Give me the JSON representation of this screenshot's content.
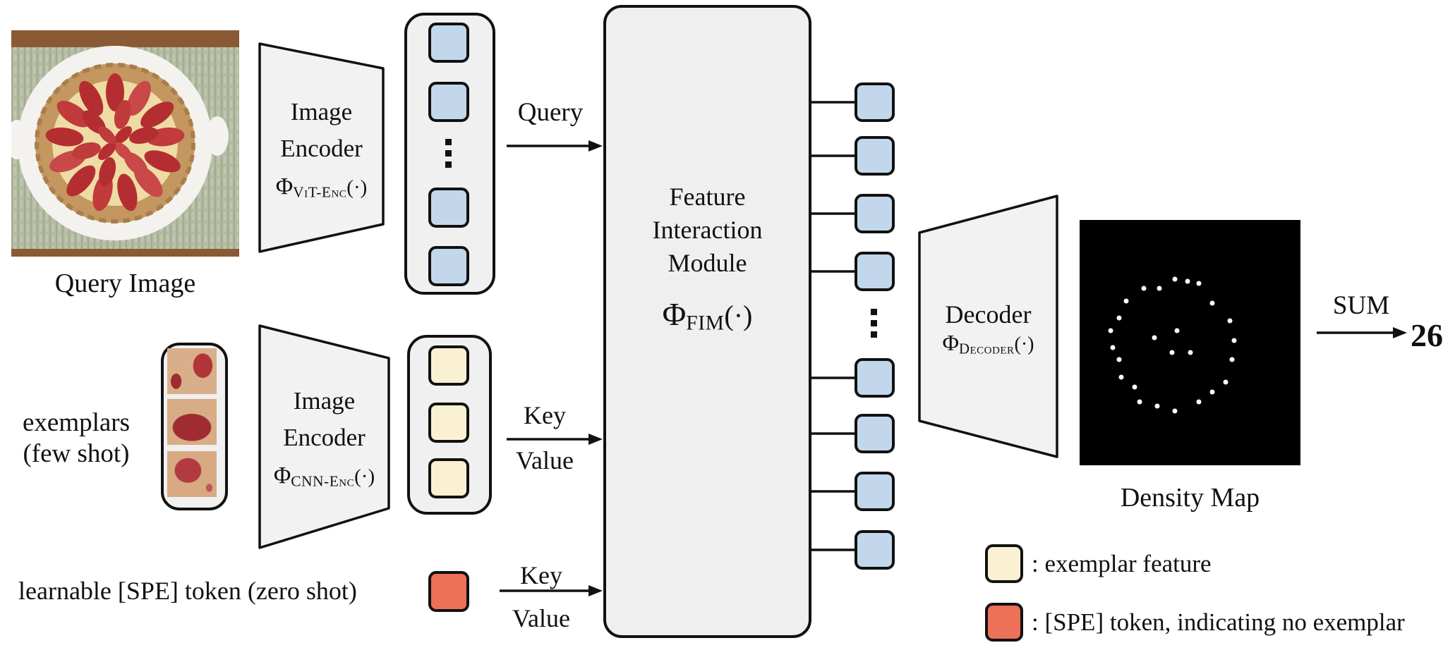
{
  "colors": {
    "query-token": "#c3d7ec",
    "exemplar-token": "#faf0d2",
    "spe-token": "#ed7058",
    "container-bg": "#f0f0f0",
    "module-bg": "#efefef",
    "stroke": "#111111"
  },
  "query_image": {
    "caption": "Query Image"
  },
  "exemplars": {
    "caption_line1": "exemplars",
    "caption_line2": "(few shot)"
  },
  "spe": {
    "caption": "learnable [SPE] token (zero shot)"
  },
  "vit_encoder": {
    "line1": "Image",
    "line2": "Encoder",
    "phi": "Φ",
    "sub": "ViT-Enc",
    "args": "(·)"
  },
  "cnn_encoder": {
    "line1": "Image",
    "line2": "Encoder",
    "phi": "Φ",
    "sub": "CNN-Enc",
    "args": "(·)"
  },
  "fim": {
    "line1": "Feature",
    "line2": "Interaction",
    "line3": "Module",
    "phi": "Φ",
    "sub": "FIM",
    "args": "(·)"
  },
  "decoder": {
    "title": "Decoder",
    "phi": "Φ",
    "sub": "Decoder",
    "args": "(·)"
  },
  "flows": {
    "query": "Query",
    "key_few": "Key",
    "value_few": "Value",
    "key_zero": "Key",
    "value_zero": "Value",
    "sum": "SUM"
  },
  "result": {
    "count": "26"
  },
  "density_map": {
    "caption": "Density Map",
    "dots": [
      [
        43,
        24
      ],
      [
        49,
        25
      ],
      [
        54,
        26
      ],
      [
        29,
        28
      ],
      [
        36,
        28
      ],
      [
        21,
        33
      ],
      [
        60,
        34
      ],
      [
        18,
        40
      ],
      [
        68,
        41
      ],
      [
        14,
        45
      ],
      [
        44,
        45
      ],
      [
        34,
        48
      ],
      [
        70,
        49
      ],
      [
        15,
        52
      ],
      [
        42,
        54
      ],
      [
        50,
        54
      ],
      [
        69,
        57
      ],
      [
        18,
        57
      ],
      [
        19,
        64
      ],
      [
        66,
        66
      ],
      [
        25,
        68
      ],
      [
        60,
        70
      ],
      [
        27,
        74
      ],
      [
        54,
        74
      ],
      [
        35,
        76
      ],
      [
        43,
        78
      ]
    ]
  },
  "legend": {
    "exemplar_label": ": exemplar feature",
    "spe_label": ": [SPE] token, indicating no exemplar"
  }
}
